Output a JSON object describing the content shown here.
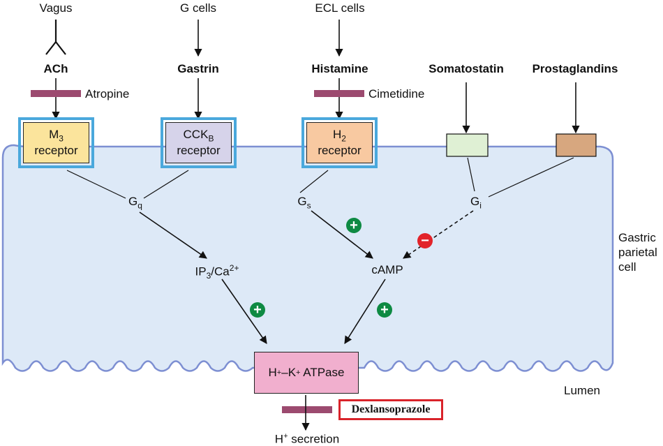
{
  "sources": {
    "vagus": "Vagus",
    "g_cells": "G cells",
    "ecl_cells": "ECL cells"
  },
  "agonists": {
    "ach": "ACh",
    "gastrin": "Gastrin",
    "histamine": "Histamine",
    "somatostatin": "Somatostatin",
    "prostaglandins": "Prostaglandins"
  },
  "blockers": {
    "atropine": "Atropine",
    "cimetidine": "Cimetidine",
    "dexlansoprazole": "Dexlansoprazole"
  },
  "receptors": {
    "m3": {
      "main": "M",
      "sub": "3",
      "line2": "receptor"
    },
    "cckb": {
      "main": "CCK",
      "sub": "B",
      "line2": "receptor"
    },
    "h2": {
      "main": "H",
      "sub": "2",
      "line2": "receptor"
    }
  },
  "g_proteins": {
    "gq": {
      "main": "G",
      "sub": "q"
    },
    "gs": {
      "main": "G",
      "sub": "s"
    },
    "gi": {
      "main": "G",
      "sub": "i"
    }
  },
  "messengers": {
    "ip3_main": "IP",
    "ip3_sub": "3",
    "ca_main": "/Ca",
    "ca_sup": "2+",
    "camp": "cAMP"
  },
  "pump": {
    "h": "H",
    "plus1": "+",
    "dash_k": "–K",
    "plus2": "+",
    "rest": " ATPase"
  },
  "output": {
    "h": "H",
    "plus": "+",
    "rest": " secretion"
  },
  "cell_label": [
    "Gastric",
    "parietal",
    "cell"
  ],
  "lumen": "Lumen",
  "signs": {
    "plus": "+",
    "minus": "−"
  },
  "colors": {
    "cell_fill": "#dde9f7",
    "cell_border": "#7d8fd2",
    "receptor_border": "#4aa8dc",
    "m3_fill": "#fbe49c",
    "cckb_fill": "#d6d3ea",
    "h2_fill": "#f8c9a1",
    "somatostatin_receptor_fill": "#dff0d4",
    "prostaglandin_receptor_fill": "#d7a77f",
    "pump_fill": "#f1afce",
    "blocker_bar": "#9c4a6f",
    "dexlansoprazole_border": "#d9232a",
    "plus_green": "#0e8a43",
    "minus_red": "#e2232a"
  }
}
